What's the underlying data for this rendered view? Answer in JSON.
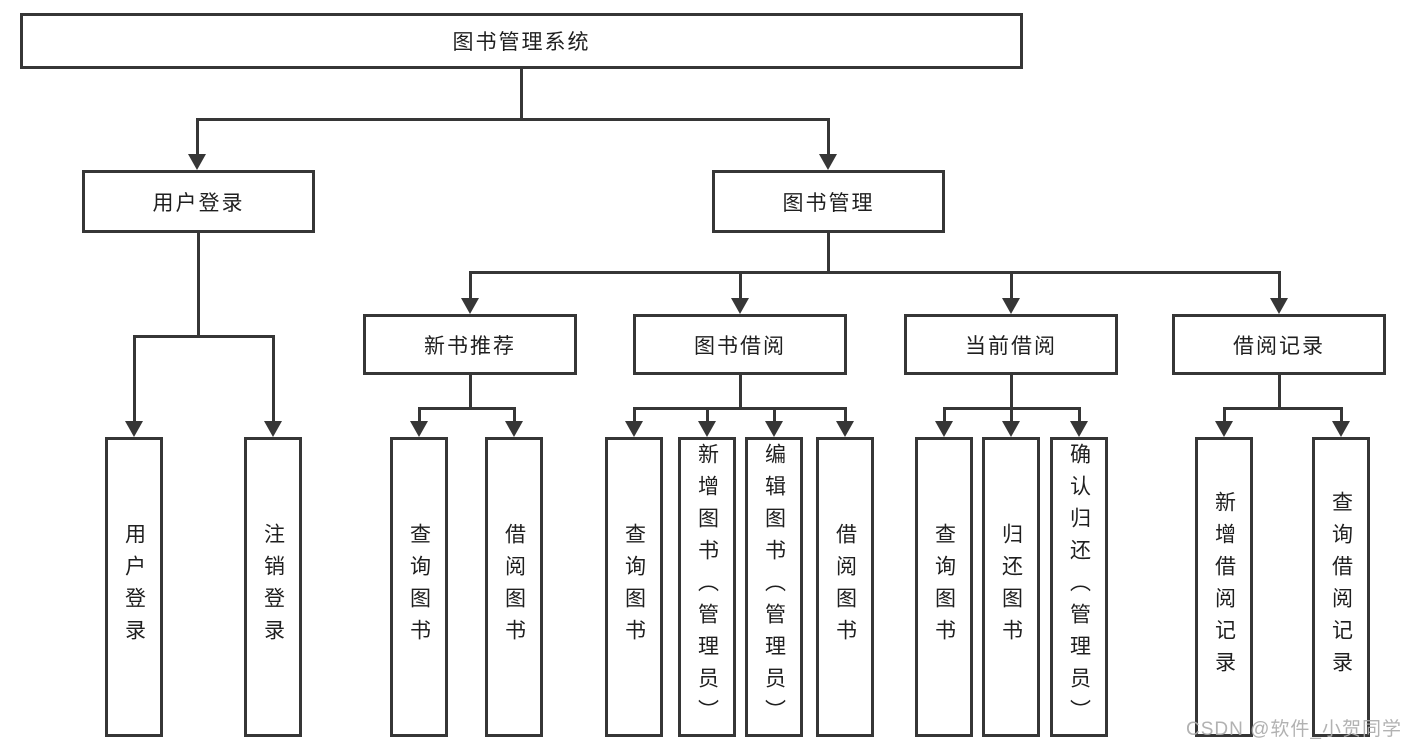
{
  "tree": {
    "root": "图书管理系统",
    "children": [
      {
        "label": "用户登录",
        "children": [
          {
            "label": "用户登录"
          },
          {
            "label": "注销登录"
          }
        ]
      },
      {
        "label": "图书管理",
        "children": [
          {
            "label": "新书推荐",
            "children": [
              {
                "label": "查询图书"
              },
              {
                "label": "借阅图书"
              }
            ]
          },
          {
            "label": "图书借阅",
            "children": [
              {
                "label": "查询图书"
              },
              {
                "label": "新增图书（管理员）"
              },
              {
                "label": "编辑图书（管理员）"
              },
              {
                "label": "借阅图书"
              }
            ]
          },
          {
            "label": "当前借阅",
            "children": [
              {
                "label": "查询图书"
              },
              {
                "label": "归还图书"
              },
              {
                "label": "确认归还（管理员）"
              }
            ]
          },
          {
            "label": "借阅记录",
            "children": [
              {
                "label": "新增借阅记录"
              },
              {
                "label": "查询借阅记录"
              }
            ]
          }
        ]
      }
    ]
  },
  "watermark": {
    "text": "CSDN @软件_小贺同学"
  },
  "colors": {
    "line": "#363636",
    "text": "#1f1f1f",
    "background": "#ffffff",
    "watermark": "#ababab"
  }
}
